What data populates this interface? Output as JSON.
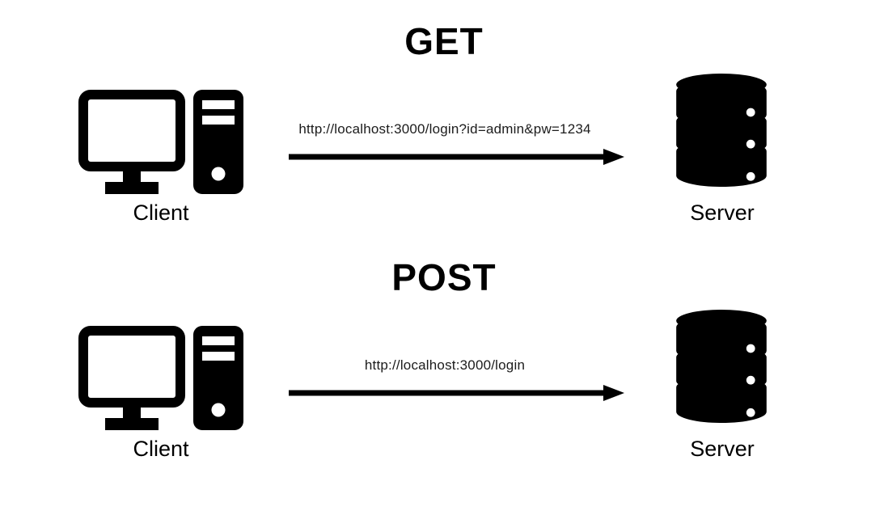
{
  "diagram": {
    "background_color": "#ffffff",
    "foreground_color": "#000000",
    "sections": [
      {
        "title": "GET",
        "client_label": "Client",
        "server_label": "Server",
        "request_url": "http://localhost:3000/login?id=admin&pw=1234",
        "arrow_direction": "right"
      },
      {
        "title": "POST",
        "client_label": "Client",
        "server_label": "Server",
        "request_url": "http://localhost:3000/login",
        "arrow_direction": "right"
      }
    ],
    "icons": {
      "client": "desktop-computer-icon",
      "server": "database-icon",
      "arrow": "right-arrow-icon"
    }
  }
}
